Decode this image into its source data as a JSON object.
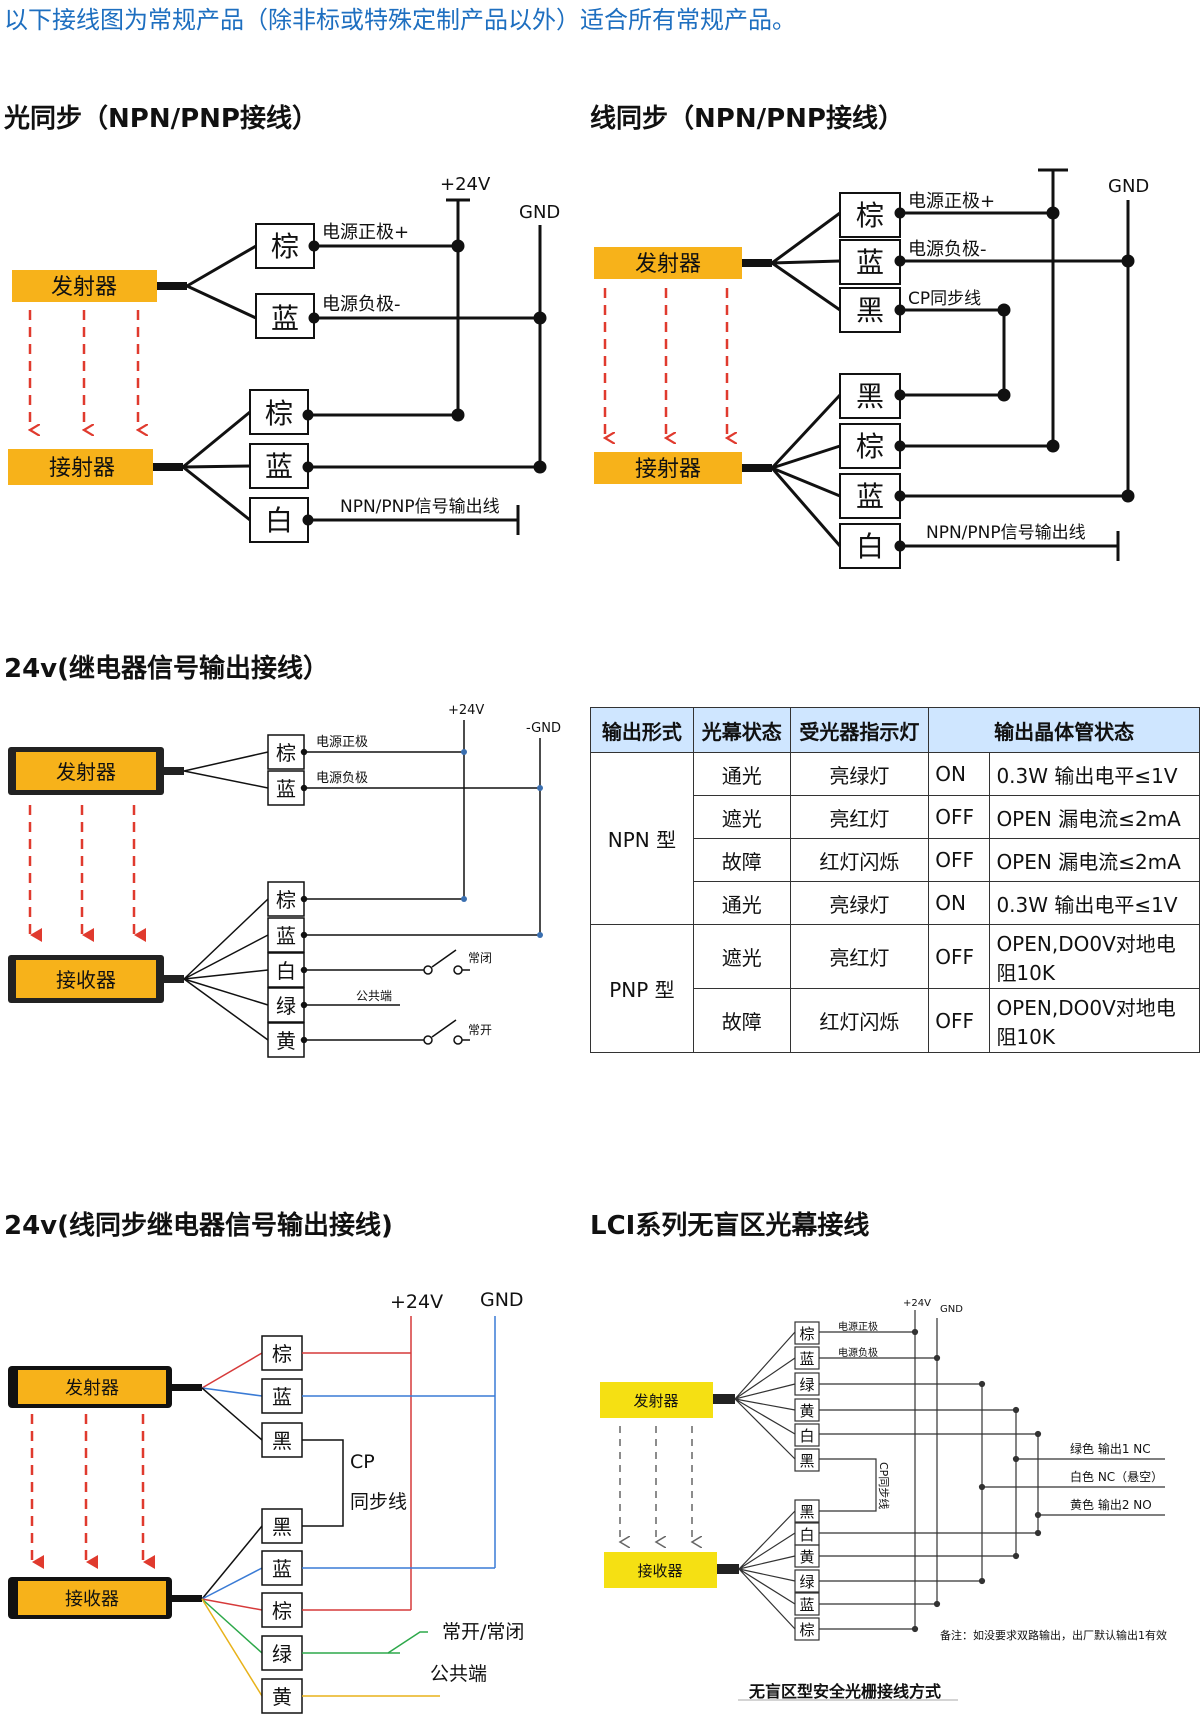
{
  "intro": "以下接线图为常规产品（除非标或特殊定制产品以外）适合所有常规产品。",
  "sections": {
    "s1": "光同步（NPN/PNP接线）",
    "s2": "线同步（NPN/PNP接线）",
    "s3": "24v(继电器信号输出接线）",
    "s4": "24v(线同步继电器信号输出接线)",
    "s5": "LCI系列无盲区光幕接线"
  },
  "labels": {
    "emitter": "发射器",
    "receiver": "接射器",
    "receiver2": "接收器",
    "brown": "棕",
    "blue": "蓝",
    "black": "黑",
    "white": "白",
    "green": "绿",
    "yellow": "黄",
    "v24": "+24V",
    "v24b": "+24V",
    "gnd": "GND",
    "gnd2": "-GND",
    "pos": "电源正极+",
    "neg": "电源负极-",
    "pos2": "电源正极",
    "neg2": "电源负极",
    "signal": "NPN/PNP信号输出线",
    "cp": "CP同步线",
    "nc": "常闭",
    "no": "常开",
    "com": "公共端",
    "cp2": "CP",
    "sync": "同步线",
    "nonc": "常开/常闭",
    "com2": "公共端",
    "cpline": "CP同步线",
    "out1": "绿色 输出1 NC",
    "outnc": "白色 NC（悬空）",
    "out2": "黄色 输出2 NO",
    "note": "备注：如没要求双路输出，出厂默认输出1有效",
    "caption": "无盲区型安全光栅接线方式"
  },
  "table": {
    "headers": [
      "输出形式",
      "光幕状态",
      "受光器指示灯",
      "输出晶体管状态"
    ],
    "npn": "NPN 型",
    "pnp": "PNP 型",
    "rows": [
      [
        "通光",
        "亮绿灯",
        "ON",
        "0.3W 输出电平≤1V"
      ],
      [
        "遮光",
        "亮红灯",
        "OFF",
        "OPEN 漏电流≤2mA"
      ],
      [
        "故障",
        "红灯闪烁",
        "OFF",
        "OPEN 漏电流≤2mA"
      ],
      [
        "通光",
        "亮绿灯",
        "ON",
        "0.3W  输出电平≤1V"
      ],
      [
        "遮光",
        "亮红灯",
        "OFF",
        "OPEN,DO0V对地电阻10K"
      ],
      [
        "故障",
        "红灯闪烁",
        "OFF",
        "OPEN,DO0V对地电阻10K"
      ]
    ]
  },
  "colors": {
    "device": "#f7b21a",
    "arrow": "#e03a2e",
    "header": "#cfe6ff",
    "red_wire": "#d63a3a",
    "blue_wire": "#3a7bd5",
    "green_wire": "#2da84a",
    "yellow_wire": "#e8b21a"
  }
}
